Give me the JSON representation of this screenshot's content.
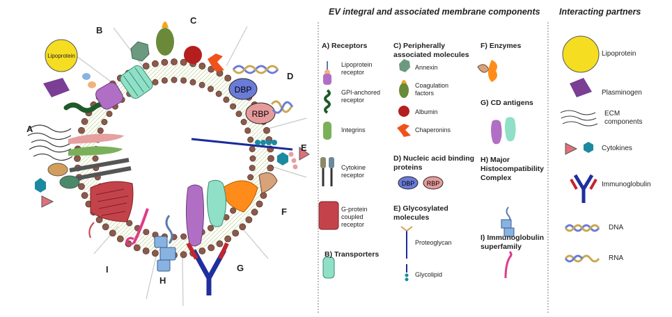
{
  "diagram": {
    "sector_letters": [
      "A",
      "B",
      "C",
      "D",
      "E",
      "F",
      "G",
      "H",
      "I"
    ],
    "inline_labels": {
      "lipoprotein": "Lipoprotein",
      "dbp": "DBP",
      "rbp": "RBP"
    }
  },
  "legend": {
    "title": "EV integral and associated membrane components",
    "receptors": {
      "heading": "A) Receptors",
      "items": [
        "Lipoprotein receptor",
        "GPI-anchored receptor",
        "Integrins",
        "Cytokine receptor",
        "G-protein coupled receptor"
      ]
    },
    "transporters": {
      "heading": "B) Transporters"
    },
    "peripheral": {
      "heading": "C) Peripherally associated molecules",
      "items": [
        "Annexin",
        "Coagulation factors",
        "Albumin",
        "Chaperonins"
      ]
    },
    "nucleic": {
      "heading": "D) Nucleic acid binding proteins",
      "items": [
        "DBP",
        "RBP"
      ]
    },
    "glycosylated": {
      "heading": "E) Glycosylated molecules",
      "items": [
        "Proteoglycan",
        "Glycolipid"
      ]
    },
    "enzymes": {
      "heading": "F) Enzymes"
    },
    "cd": {
      "heading": "G) CD antigens"
    },
    "mhc": {
      "heading": "H) Major Histocompatibility Complex"
    },
    "igsf": {
      "heading": "I) Immunoglobulin superfamily"
    }
  },
  "partners": {
    "title": "Interacting partners",
    "items": [
      "Lipoprotein",
      "Plasminogen",
      "ECM components",
      "Cytokines",
      "Immunoglobulin",
      "DNA",
      "RNA"
    ]
  },
  "colors": {
    "lipid_head": "#8b5a4b",
    "receptor_purple": "#b06fc4",
    "mint": "#8fe0c6",
    "hexagon_teal": "#1b8aa0",
    "triangle_pink": "#e0707a",
    "albumin_red": "#b51e1e",
    "chaperonin_orange": "#f0521c",
    "enzyme_orange": "#ff8c1a",
    "enzyme_tan": "#d8a27a",
    "immunoglobulin_blue": "#1f2f9e",
    "immunoglobulin_red": "#c0262e",
    "gpcr_red": "#c4434a",
    "dbp_blue": "#6a7bd8",
    "rbp_pink": "#e69b9b",
    "lipoprotein_yellow": "#f5dd22",
    "plasminogen_purple": "#7a3e95"
  }
}
